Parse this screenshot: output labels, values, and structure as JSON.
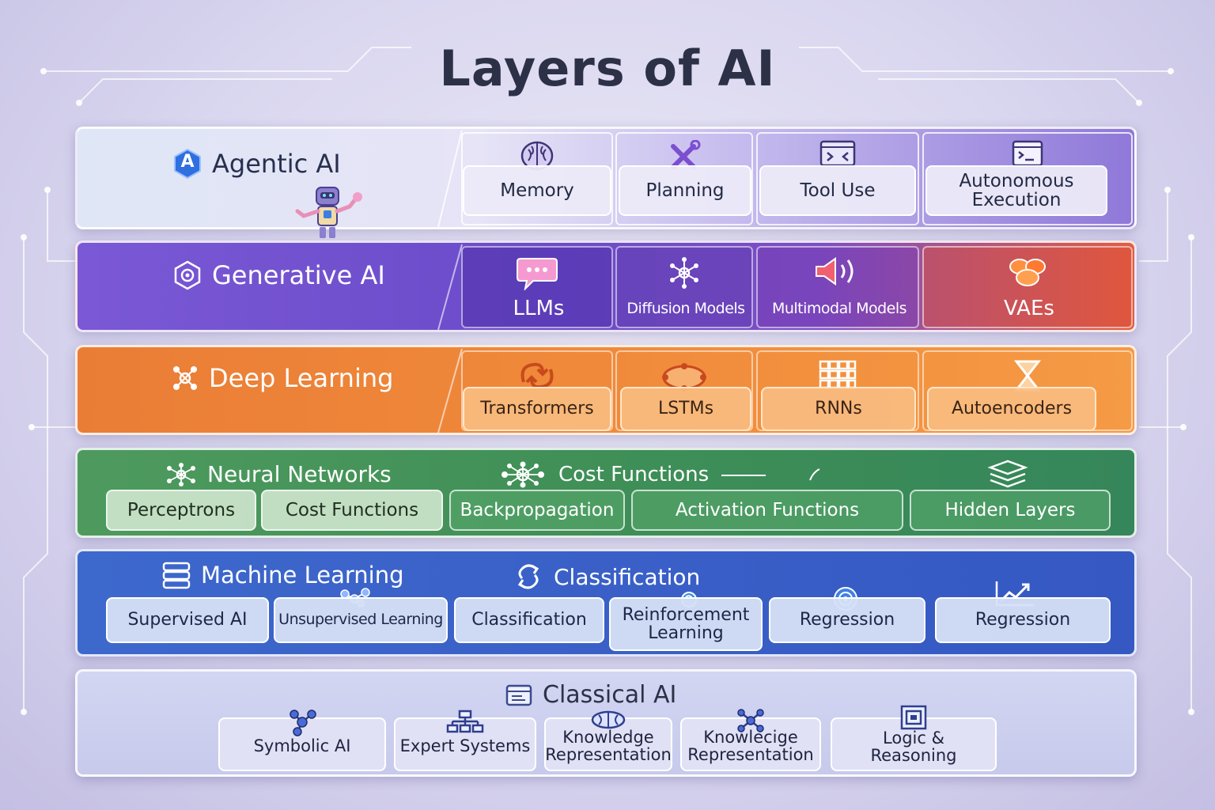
{
  "title": "Layers of AI",
  "colors": {
    "agentic": "#8f78d9",
    "generative": "#6b4bc9",
    "deep_learning": "#f08a3a",
    "neural_networks": "#3f8f57",
    "machine_learning": "#3a60c8",
    "classical": "#c7caeb"
  },
  "layers": {
    "agentic": {
      "title": "Agentic AI",
      "badge": "A",
      "items": [
        {
          "label": "Memory",
          "icon": "brain-icon"
        },
        {
          "label": "Planning",
          "icon": "tools-icon"
        },
        {
          "label": "Tool Use",
          "icon": "terminal-icon"
        },
        {
          "label": "Autonomous Execution",
          "icon": "console-icon"
        }
      ]
    },
    "generative": {
      "title": "Generative AI",
      "items": [
        {
          "label": "LLMs",
          "icon": "chat-bubble-icon"
        },
        {
          "label": "Diffusion Models",
          "icon": "network-icon"
        },
        {
          "label": "Multimodal Models",
          "icon": "speaker-icon"
        },
        {
          "label": "VAEs",
          "icon": "blob-cluster-icon"
        }
      ]
    },
    "deep_learning": {
      "title": "Deep Learning",
      "items": [
        {
          "label": "Transformers",
          "icon": "transform-arrows-icon"
        },
        {
          "label": "LSTMs",
          "icon": "cloud-node-icon"
        },
        {
          "label": "RNNs",
          "icon": "grid-icon"
        },
        {
          "label": "Autoencoders",
          "icon": "hourglass-icon"
        }
      ]
    },
    "neural_networks": {
      "title": "Neural Networks",
      "subtitle": "Cost Functions",
      "items": [
        {
          "label": "Perceptrons"
        },
        {
          "label": "Cost Functions"
        },
        {
          "label": "Backpropagation"
        },
        {
          "label": "Activation Functions"
        },
        {
          "label": "Hidden Layers",
          "icon": "layers-icon"
        }
      ]
    },
    "machine_learning": {
      "title": "Machine Learning",
      "subtitle": "Classification",
      "items": [
        {
          "label": "Supervised AI"
        },
        {
          "label": "Unsupervised Learning",
          "icon": "cluster-icon"
        },
        {
          "label": "Classification"
        },
        {
          "label": "Reinforcement Learning",
          "icon": "cycle-icon"
        },
        {
          "label": "Regression",
          "icon": "target-icon"
        },
        {
          "label": "Regression",
          "icon": "trend-chart-icon"
        }
      ]
    },
    "classical": {
      "title": "Classical AI",
      "items": [
        {
          "label": "Symbolic AI",
          "icon": "molecule-icon"
        },
        {
          "label": "Expert Systems",
          "icon": "hierarchy-icon"
        },
        {
          "label": "Knowledge Representation",
          "icon": "brain-outline-icon"
        },
        {
          "label": "Knowlecige Representation",
          "icon": "node-graph-icon"
        },
        {
          "label": "Logic & Reasoning",
          "icon": "square-frame-icon"
        }
      ]
    }
  }
}
